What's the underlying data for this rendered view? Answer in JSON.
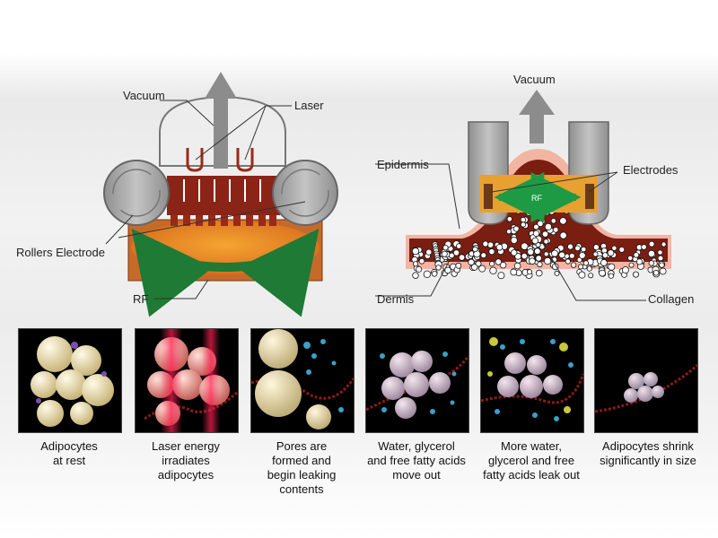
{
  "left_device": {
    "labels": {
      "vacuum": "Vacuum",
      "laser": "Laser",
      "rollers": "Rollers Electrode",
      "rf": "RF"
    }
  },
  "right_device": {
    "labels": {
      "vacuum": "Vacuum",
      "epidermis": "Epidermis",
      "electrodes": "Electrodes",
      "rf": "RF",
      "dermis": "Dermis",
      "collagen": "Collagen"
    }
  },
  "stages": [
    {
      "caption": [
        "Adipocytes",
        "at rest"
      ]
    },
    {
      "caption": [
        "Laser energy",
        "irradiates",
        "adipocytes"
      ]
    },
    {
      "caption": [
        "Pores are",
        "formed and",
        "begin leaking",
        "contents"
      ]
    },
    {
      "caption": [
        "Water, glycerol",
        "and free fatty acids",
        "move out"
      ]
    },
    {
      "caption": [
        "More water,",
        "glycerol and free",
        "fatty acids leak out"
      ]
    },
    {
      "caption": [
        "Adipocytes shrink",
        "significantly in size"
      ]
    }
  ],
  "colors": {
    "device_gray": "#a9a9a9",
    "fat_orange": "#e8802a",
    "skin_brown": "#7a1e12",
    "rf_arrow_green": "#1e7a34",
    "cell_cream": "#efe2b4",
    "panel_bg": "#000000"
  }
}
